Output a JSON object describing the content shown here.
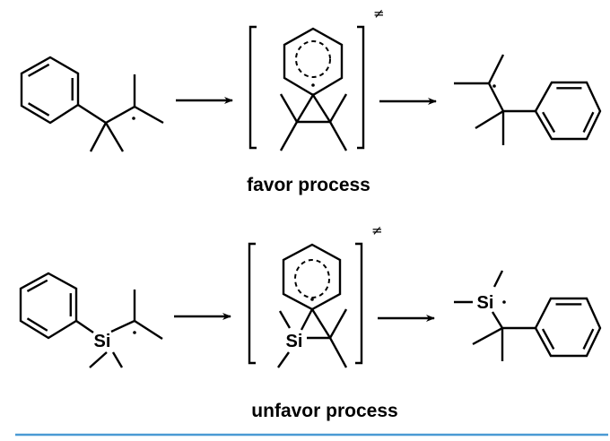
{
  "top_scheme": {
    "caption": "favor process",
    "transition_state_symbol": "≠"
  },
  "bottom_scheme": {
    "caption": "unfavor process",
    "transition_state_symbol": "≠",
    "atom_si": "Si"
  },
  "colors": {
    "divider": "#4a9ad4"
  }
}
